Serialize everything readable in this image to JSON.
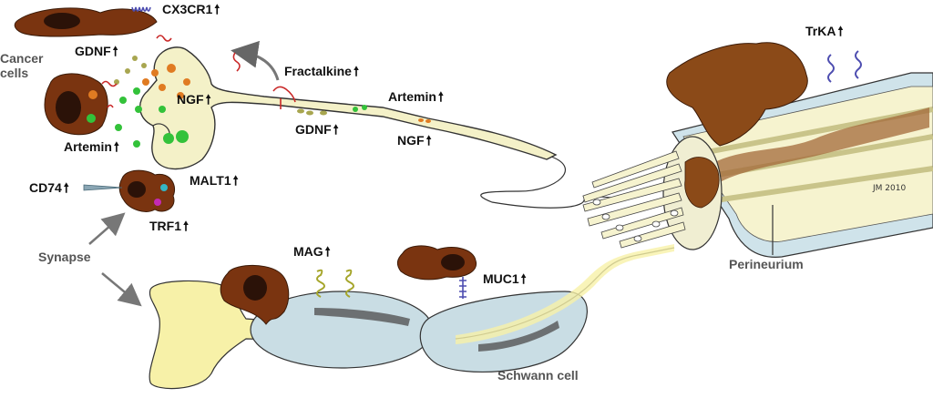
{
  "labels": {
    "cx3cr1": "CX3CR1",
    "cancer_cells_line1": "Cancer",
    "cancer_cells_line2": "cells",
    "gdnf_top": "GDNF",
    "fractalkine": "Fractalkine",
    "ngf_left": "NGF",
    "artemin_left": "Artemin",
    "artemin_right": "Artemin",
    "gdnf_mid": "GDNF",
    "ngf_right": "NGF",
    "trka": "TrKA",
    "cd74": "CD74",
    "malt1": "MALT1",
    "trf1": "TRF1",
    "synapse": "Synapse",
    "mag": "MAG",
    "muc1": "MUC1",
    "perineurium": "Perineurium",
    "schwann_cell": "Schwann cell",
    "signature": "JM 2010"
  },
  "up_arrow": "🠕",
  "colors": {
    "cancer_cell": "#7a3410",
    "cancer_nucleus": "#2b1208",
    "neuron": "#f4f1c8",
    "nerve_fiber": "#f6f3cf",
    "perineurium": "#cfe3ea",
    "schwann": "#c9dde4",
    "green_dot": "#33c23a",
    "orange_dot": "#e07b22",
    "olive_dot": "#a8a650",
    "receptor_blue": "#4d4db0",
    "mag_green": "#a5a52a",
    "tumor_mass": "#8b4a18"
  }
}
